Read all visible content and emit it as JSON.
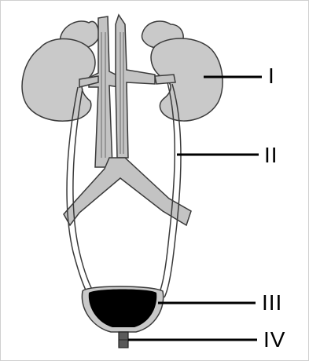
{
  "labels": {
    "kidney": "I",
    "ureter": "II",
    "bladder": "III",
    "urethra": "IV"
  },
  "colors": {
    "organ_fill": "#c9c9c9",
    "vessel_fill": "#c3c3c3",
    "outline": "#3a3a3a",
    "bladder_fill": "#000000",
    "leader_line": "#000000"
  }
}
